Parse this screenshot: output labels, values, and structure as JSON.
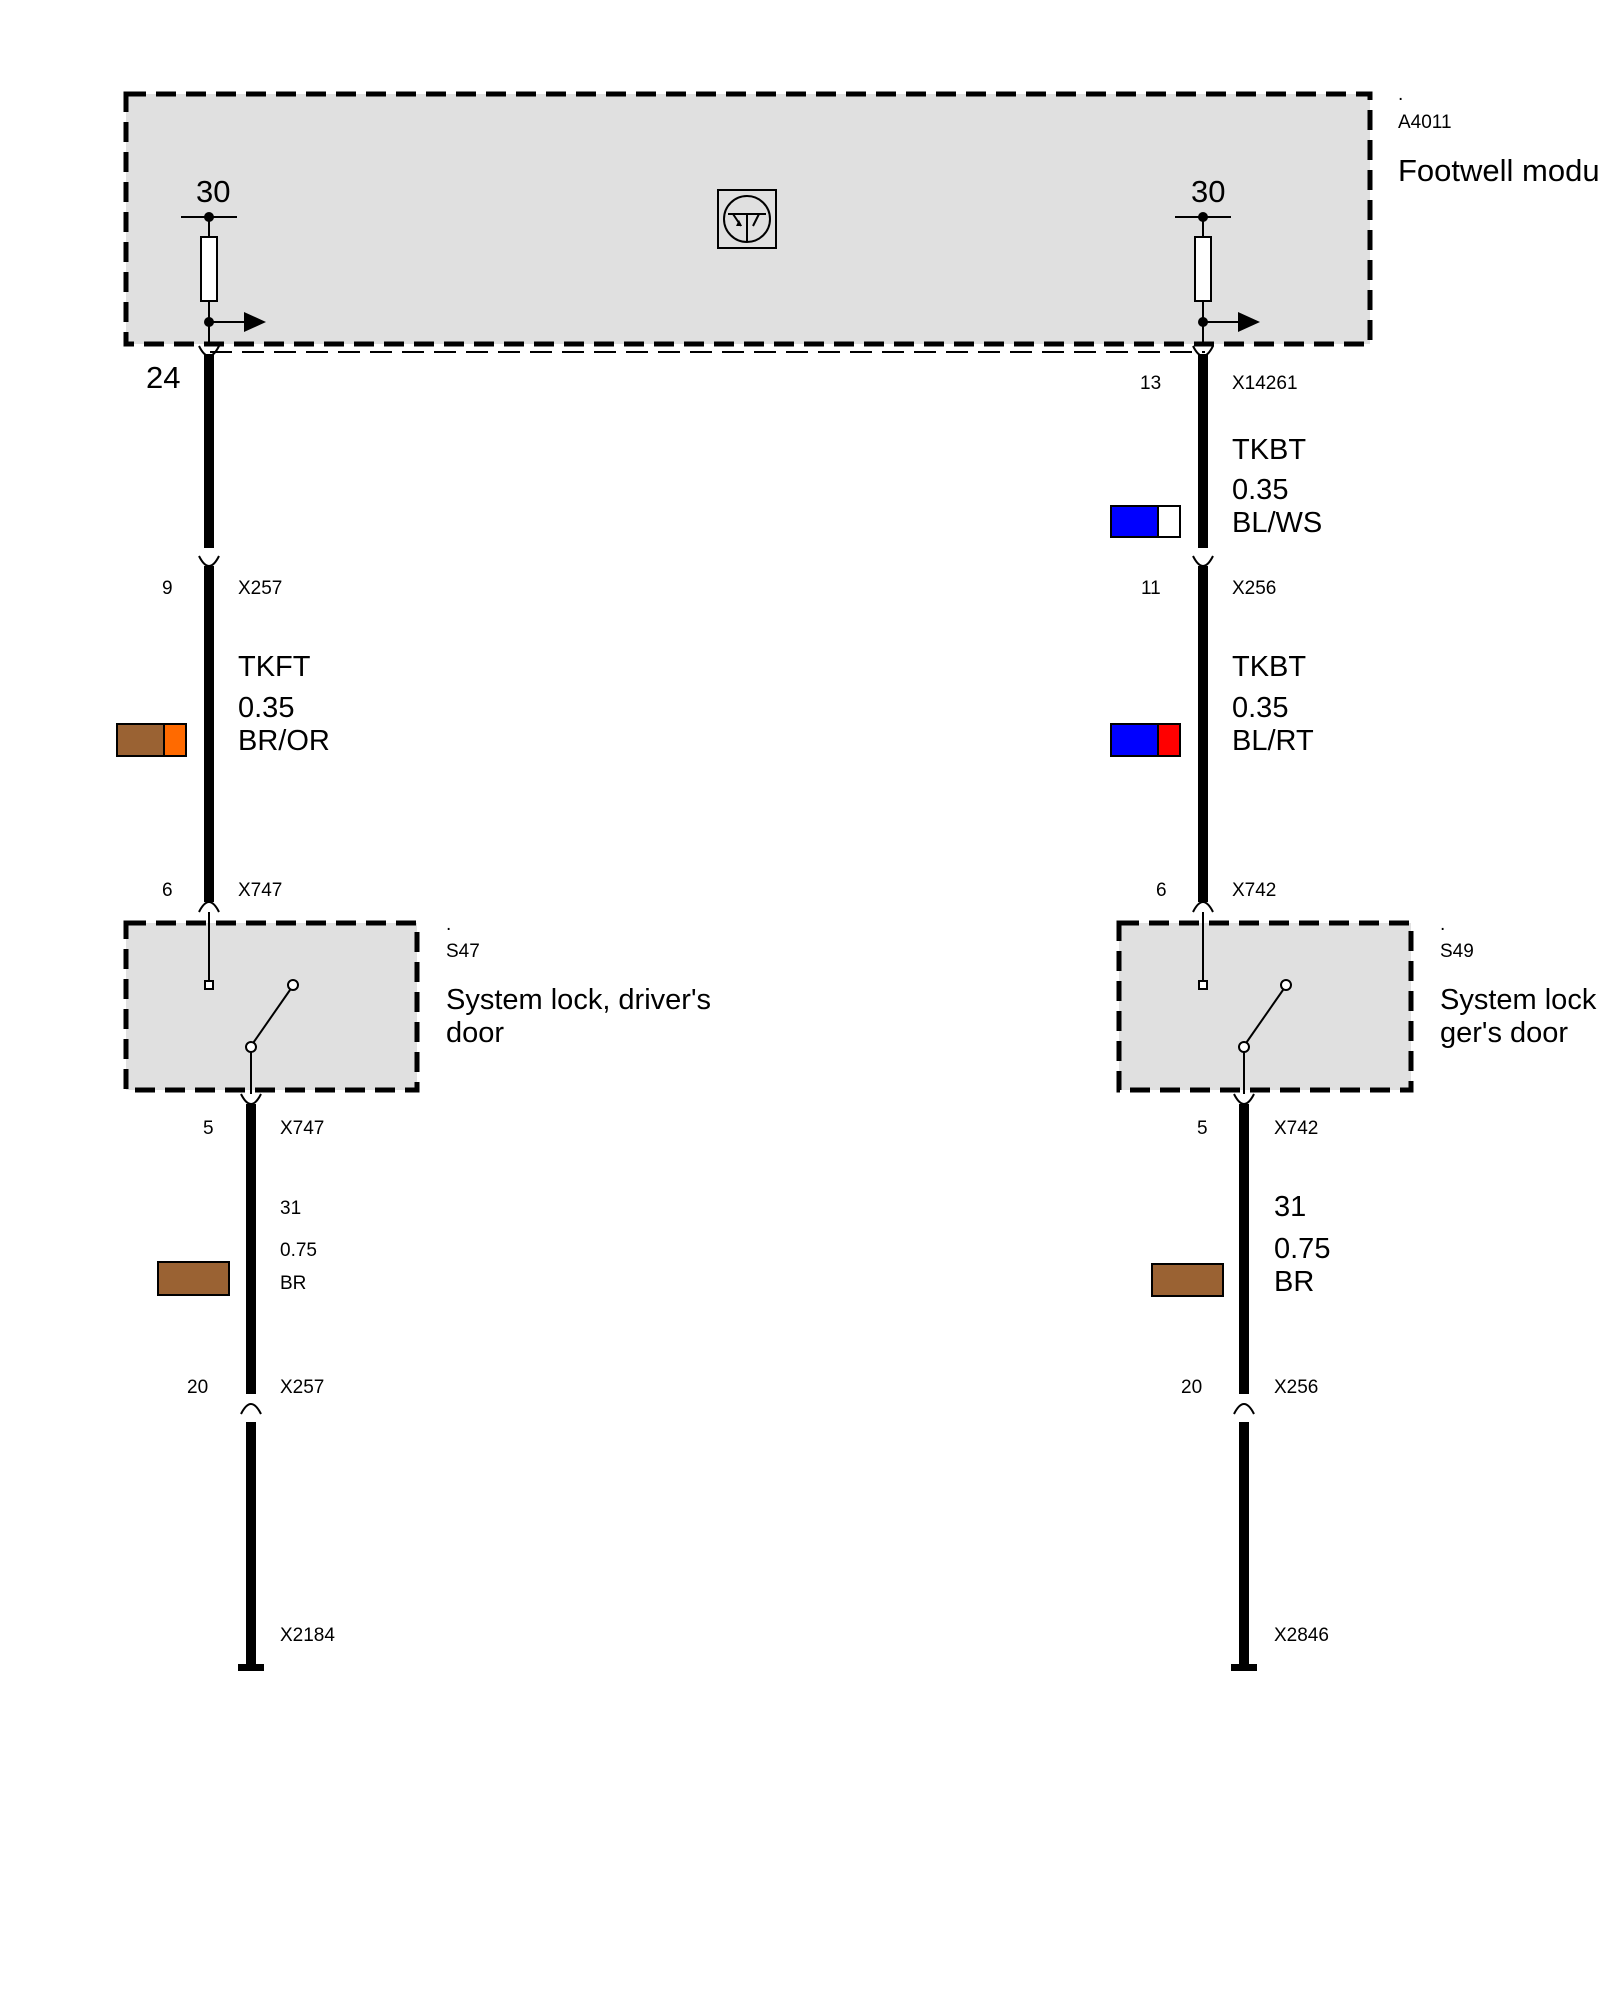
{
  "modules": {
    "footwell": {
      "dot": ".",
      "id": "A4011",
      "name": "Footwell modu"
    },
    "driver": {
      "dot": ".",
      "id": "S47",
      "name_line1": "System lock, driver's",
      "name_line2": "door"
    },
    "passenger": {
      "dot": ".",
      "id": "S49",
      "name_line1": "System lock",
      "name_line2": "ger's door"
    }
  },
  "left": {
    "terminal": "30",
    "pin_module": "24",
    "conn1": {
      "pin": "9",
      "id": "X257"
    },
    "wire1": {
      "signal": "TKFT",
      "gauge": "0.35",
      "color_code": "BR/OR",
      "colors": [
        "#9a6233",
        "#ff6a00"
      ]
    },
    "conn2": {
      "pin": "6",
      "id": "X747"
    },
    "conn3": {
      "pin": "5",
      "id": "X747"
    },
    "wire2": {
      "signal": "31",
      "gauge": "0.75",
      "color_code": "BR",
      "colors": [
        "#9a6233"
      ]
    },
    "conn4": {
      "pin": "20",
      "id": "X257"
    },
    "ground": "X2184"
  },
  "right": {
    "terminal": "30",
    "conn0": {
      "pin": "13",
      "id": "X14261"
    },
    "wire0": {
      "signal": "TKBT",
      "gauge": "0.35",
      "color_code": "BL/WS",
      "colors": [
        "#0000ff",
        "#ffffff"
      ]
    },
    "conn1": {
      "pin": "11",
      "id": "X256"
    },
    "wire1": {
      "signal": "TKBT",
      "gauge": "0.35",
      "color_code": "BL/RT",
      "colors": [
        "#0000ff",
        "#ff0000"
      ]
    },
    "conn2": {
      "pin": "6",
      "id": "X742"
    },
    "conn3": {
      "pin": "5",
      "id": "X742"
    },
    "wire2": {
      "signal": "31",
      "gauge": "0.75",
      "color_code": "BR",
      "colors": [
        "#9a6233"
      ]
    },
    "conn4": {
      "pin": "20",
      "id": "X256"
    },
    "ground": "X2846"
  }
}
